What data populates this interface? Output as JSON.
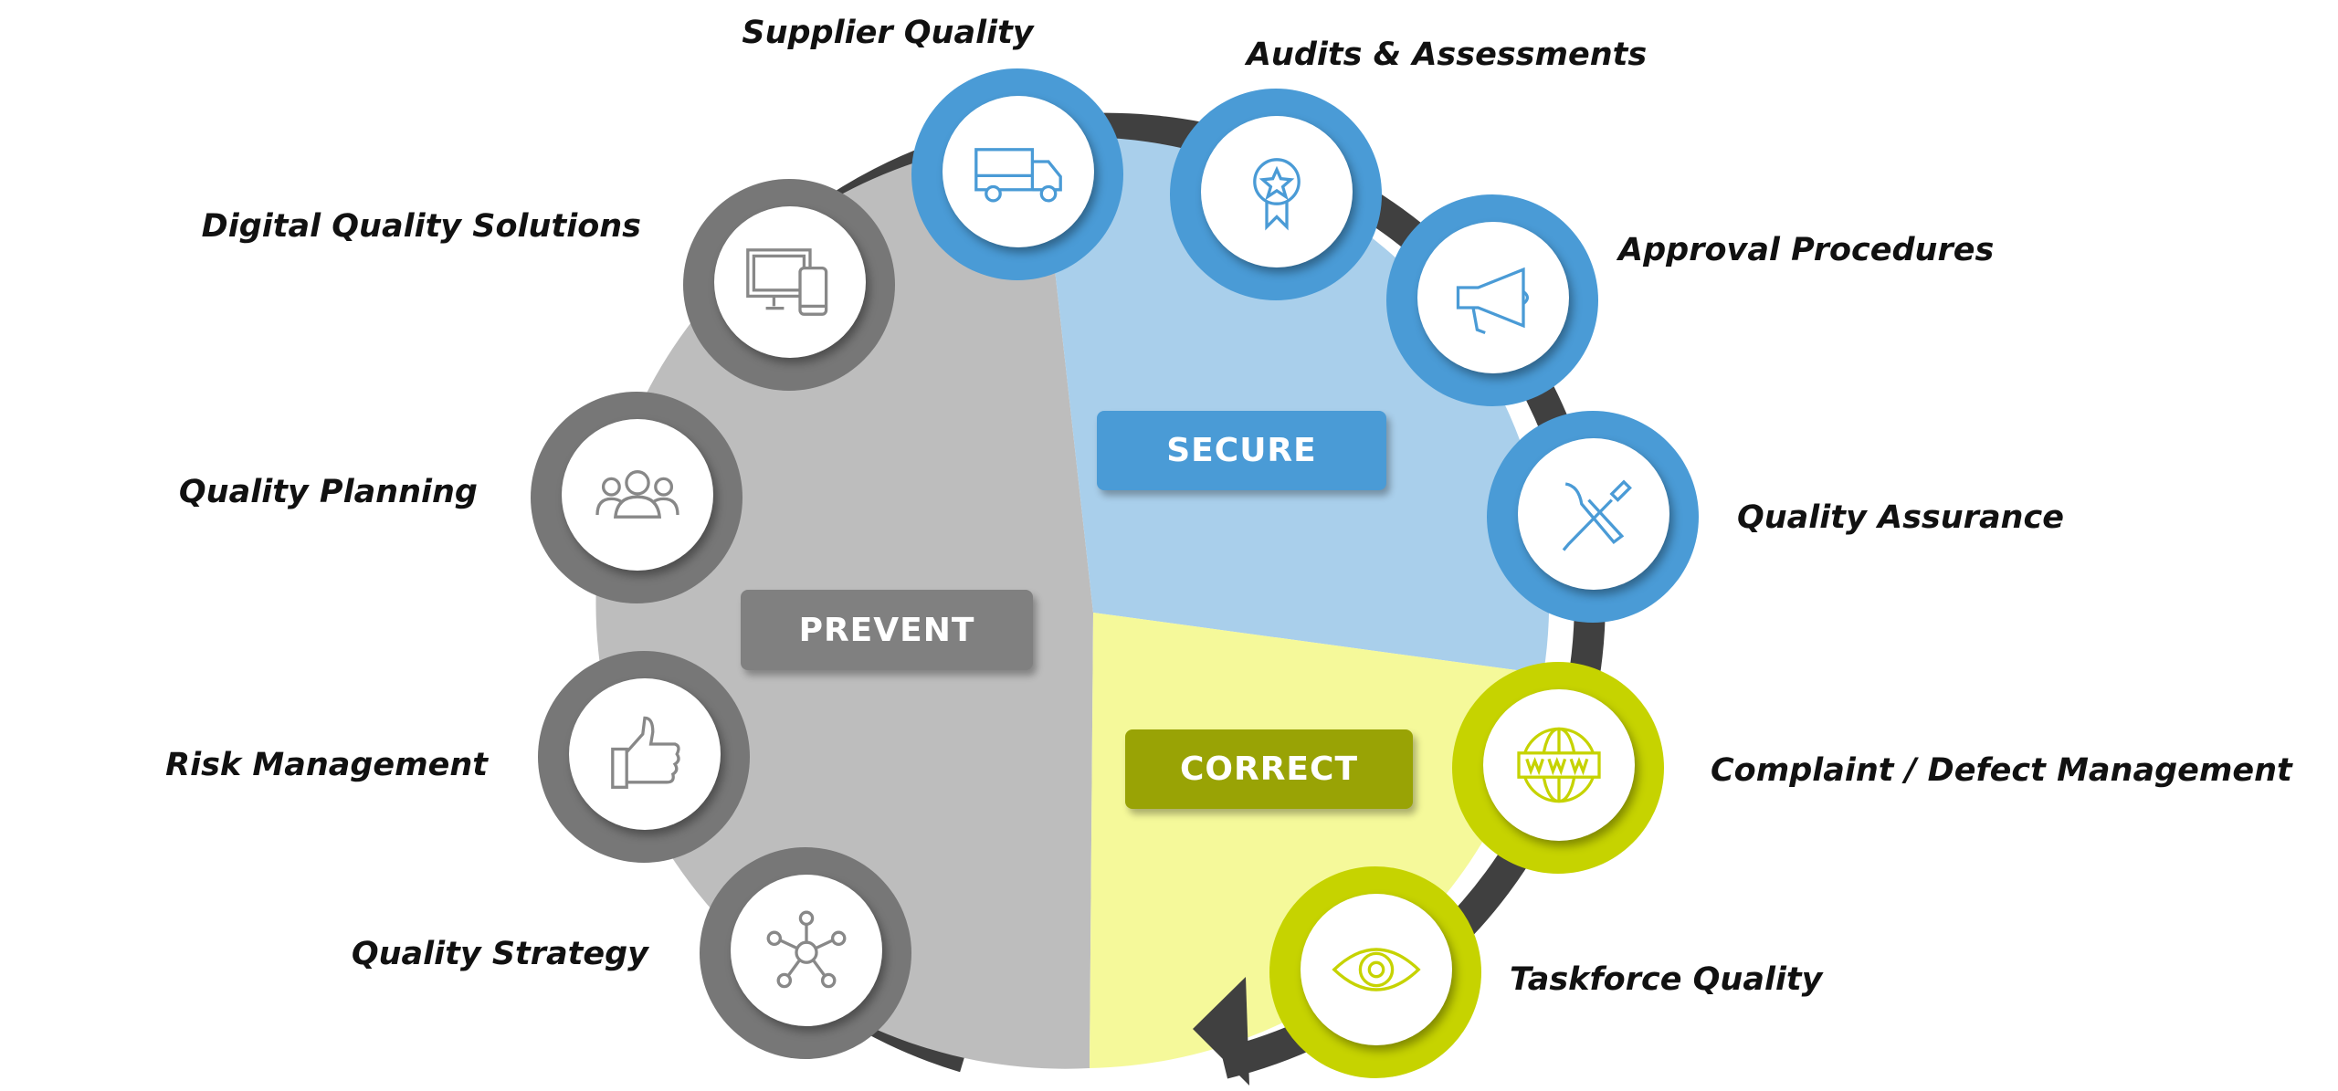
{
  "colors": {
    "secure": "#4a9bd6",
    "prevent": "#808080",
    "correct": "#99a305",
    "ring": "#404040"
  },
  "sections": {
    "secure": "SECURE",
    "prevent": "PREVENT",
    "correct": "CORRECT"
  },
  "items": [
    {
      "label": "Supplier Quality",
      "icon": "truck-icon",
      "group": "secure"
    },
    {
      "label": "Audits & Assessments",
      "icon": "award-badge-icon",
      "group": "secure"
    },
    {
      "label": "Approval Procedures",
      "icon": "megaphone-icon",
      "group": "secure"
    },
    {
      "label": "Quality Assurance",
      "icon": "tools-icon",
      "group": "secure"
    },
    {
      "label": "Complaint / Defect Management",
      "icon": "globe-www-icon",
      "group": "correct"
    },
    {
      "label": "Taskforce Quality",
      "icon": "eye-icon",
      "group": "correct"
    },
    {
      "label": "Quality Strategy",
      "icon": "network-icon",
      "group": "prevent"
    },
    {
      "label": "Risk Management",
      "icon": "thumbs-up-icon",
      "group": "prevent"
    },
    {
      "label": "Quality Planning",
      "icon": "team-icon",
      "group": "prevent"
    },
    {
      "label": "Digital Quality Solutions",
      "icon": "devices-icon",
      "group": "prevent"
    }
  ]
}
